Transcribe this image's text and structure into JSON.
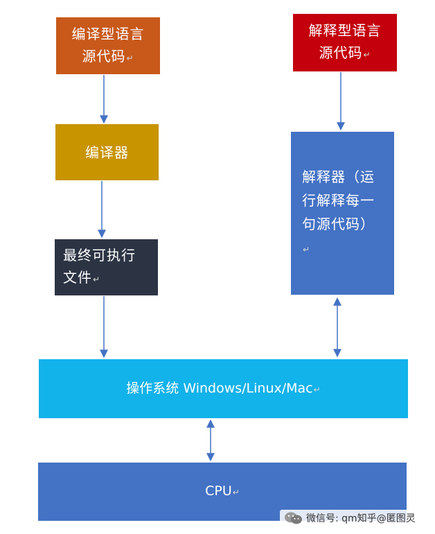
{
  "boxes": {
    "compiled_source": "编译型语言源代码",
    "interpreted_source": "解释型语言源代码",
    "compiler": "编译器",
    "interpreter": "解释器（运行解释每一句源代码）",
    "executable": "最终可执行文件",
    "os": "操作系统 Windows/Linux/Mac",
    "cpu": "CPU"
  },
  "return_mark": "↵",
  "watermark": {
    "icon": "wechat-icon",
    "text": "微信号: qm知乎@匿图灵"
  },
  "colors": {
    "compiled_source": "#c8591b",
    "interpreted_source": "#c3000b",
    "compiler": "#c89400",
    "interpreter": "#4472c4",
    "executable": "#2c3444",
    "os": "#12b2ea",
    "cpu": "#4472c4",
    "arrow": "#4472c4"
  }
}
